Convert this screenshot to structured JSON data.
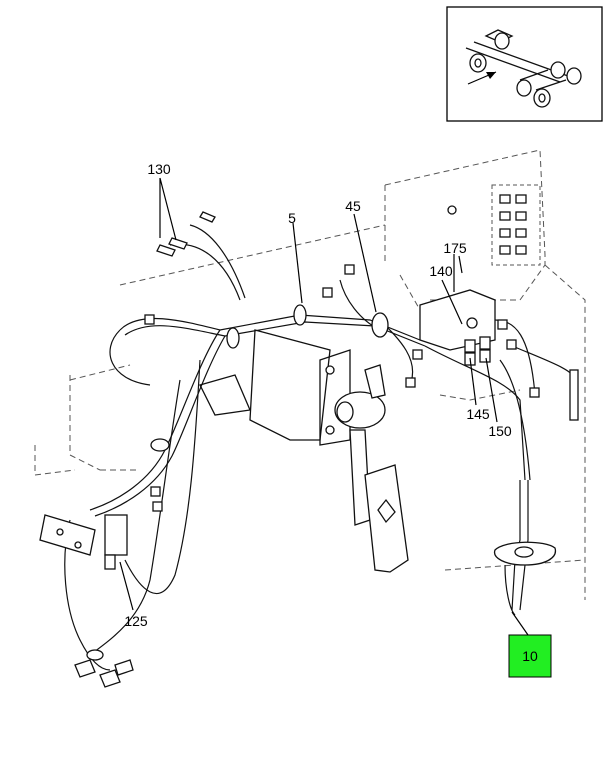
{
  "callouts": [
    {
      "id": "c5",
      "text": "5"
    },
    {
      "id": "c10",
      "text": "10",
      "highlight": "#22ee22"
    },
    {
      "id": "c45",
      "text": "45"
    },
    {
      "id": "c125",
      "text": "125"
    },
    {
      "id": "c130",
      "text": "130"
    },
    {
      "id": "c140",
      "text": "140"
    },
    {
      "id": "c145",
      "text": "145"
    },
    {
      "id": "c150",
      "text": "150"
    },
    {
      "id": "c175",
      "text": "175"
    }
  ],
  "inset": {
    "icon": "truck-chassis-locator-icon"
  },
  "colors": {
    "highlight": "#22ee22",
    "line": "#111111",
    "dashed": "#555555"
  }
}
